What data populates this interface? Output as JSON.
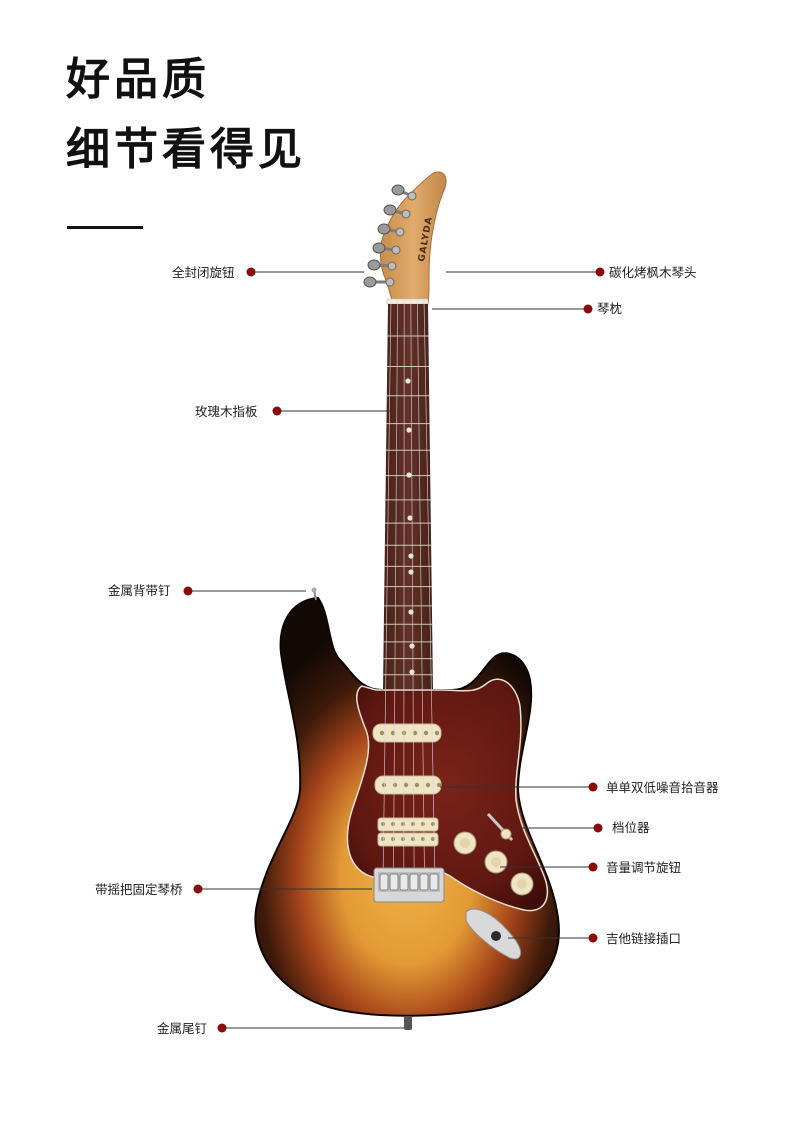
{
  "heading": {
    "line1": "好品质",
    "line2": "细节看得见"
  },
  "labels": {
    "tuners": "全封闭旋钮",
    "headstock": "碳化烤枫木琴头",
    "nut": "琴枕",
    "fretboard": "玫瑰木指板",
    "strap_pin": "金属背带钉",
    "pickups": "单单双低噪音拾音器",
    "switch": "档位器",
    "knobs": "音量调节旋钮",
    "bridge": "带摇把固定琴桥",
    "jack": "吉他链接插口",
    "tail_pin": "金属尾钉"
  },
  "headstock_logo": "GALYDA",
  "colors": {
    "marker": "#8b0a0a",
    "leader": "#333333",
    "neck": "#d9a365",
    "fretboard": "#5a2e24",
    "pickguard": "#6b1e17",
    "pickup": "#efe4c4",
    "sunburst_center": "#e8a340",
    "sunburst_edge": "#1a0d06"
  }
}
